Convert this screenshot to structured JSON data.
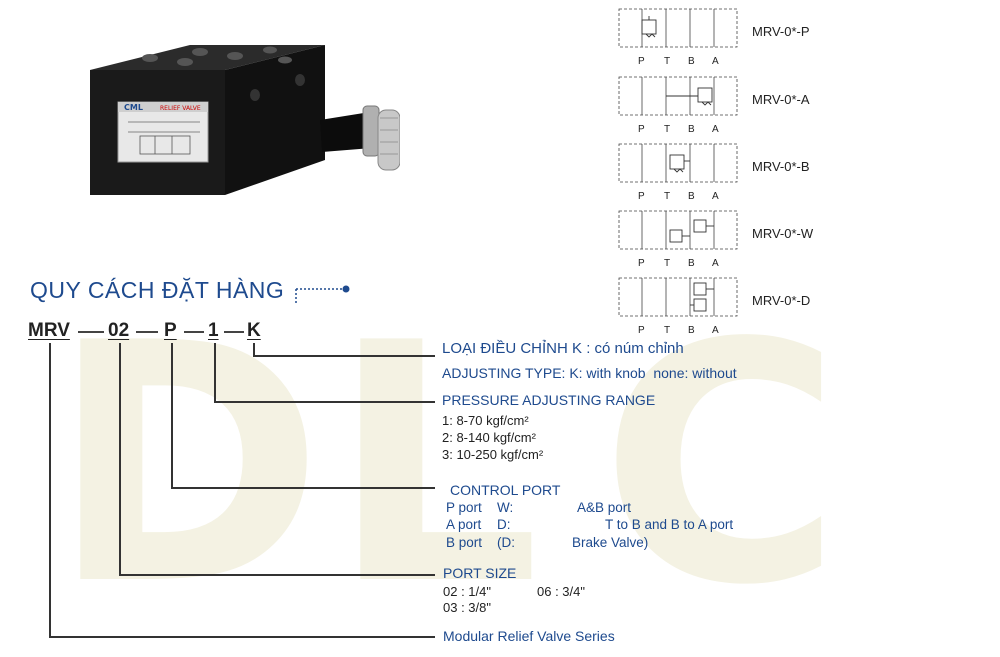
{
  "watermark": "DLC",
  "heading": "QUY CÁCH ĐẶT HÀNG",
  "product": {
    "brand_logo": "CML",
    "plate_label": "RELIEF VALVE"
  },
  "code": {
    "series": "MRV",
    "size": "02",
    "port": "P",
    "range": "1",
    "adjust": "K"
  },
  "descriptions": {
    "adjusting_vi": "LOẠI ĐIỀU CHỈNH K : có núm chỉnh",
    "adjusting_en": "ADJUSTING TYPE: K: with knob  none: without",
    "pressure_title": "PRESSURE ADJUSTING RANGE",
    "pressure_ranges": [
      "1: 8-70 kgf/cm²",
      "2: 8-140 kgf/cm²",
      "3: 10-250 kgf/cm²"
    ],
    "control_title": "CONTROL PORT",
    "control_rows": [
      {
        "left": "P port",
        "mid": "W:",
        "right": "A&B port"
      },
      {
        "left": "A port",
        "mid": "D:",
        "right": "T to B and B to A port"
      },
      {
        "left": "B port",
        "mid": "(D:",
        "right": "Brake Valve)"
      }
    ],
    "port_size_title": "PORT SIZE",
    "port_sizes": [
      "02 : 1/4\"",
      "06 : 3/4\"",
      "03 : 3/8\""
    ],
    "series_title": "Modular Relief Valve Series"
  },
  "diagrams": [
    {
      "label": "MRV-0*-P",
      "ports": [
        "P",
        "T",
        "B",
        "A"
      ]
    },
    {
      "label": "MRV-0*-A",
      "ports": [
        "P",
        "T",
        "B",
        "A"
      ]
    },
    {
      "label": "MRV-0*-B",
      "ports": [
        "P",
        "T",
        "B",
        "A"
      ]
    },
    {
      "label": "MRV-0*-W",
      "ports": [
        "P",
        "T",
        "B",
        "A"
      ]
    },
    {
      "label": "MRV-0*-D",
      "ports": [
        "P",
        "T",
        "B",
        "A"
      ]
    }
  ],
  "colors": {
    "heading_blue": "#1e4a8e",
    "watermark": "#f4f2e3",
    "valve_body": "#1a1a1a",
    "knob_silver": "#c8c8c8"
  }
}
